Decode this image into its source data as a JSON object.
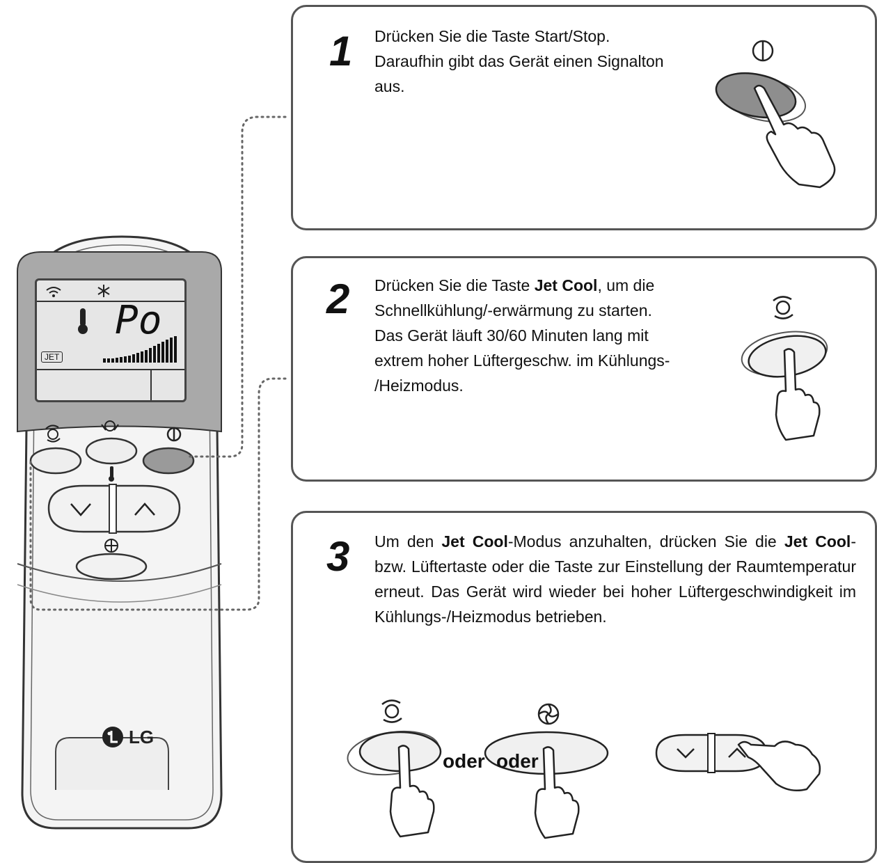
{
  "remote": {
    "display": {
      "code": "Po",
      "jet_label": "JET"
    },
    "brand": "LG"
  },
  "steps": [
    {
      "number": "1",
      "line1": "Drücken Sie die Taste Start/Stop.",
      "line2": "Daraufhin gibt das Gerät einen Signalton",
      "line3": "aus."
    },
    {
      "number": "2",
      "pre": "Drücken Sie die Taste ",
      "bold": "Jet Cool",
      "post": ", um die",
      "line2": "Schnellkühlung/-erwärmung zu starten.",
      "line3": "Das Gerät läuft 30/60 Minuten lang mit",
      "line4": "extrem hoher Lüftergeschw. im Kühlungs-",
      "line5": "/Heizmodus."
    },
    {
      "number": "3",
      "t1": "Um den ",
      "b1": "Jet Cool",
      "t2": "-Modus anzuhalten, drücken Sie die ",
      "b2": "Jet Cool",
      "t3": "-bzw. Lüftertaste oder die Taste zur Einstellung der Raumtemperatur erneut. Das Gerät wird wieder bei hoher Lüftergeschwindigkeit im Kühlungs-/Heizmodus betrieben.",
      "or1": "oder",
      "or2": "oder"
    }
  ]
}
